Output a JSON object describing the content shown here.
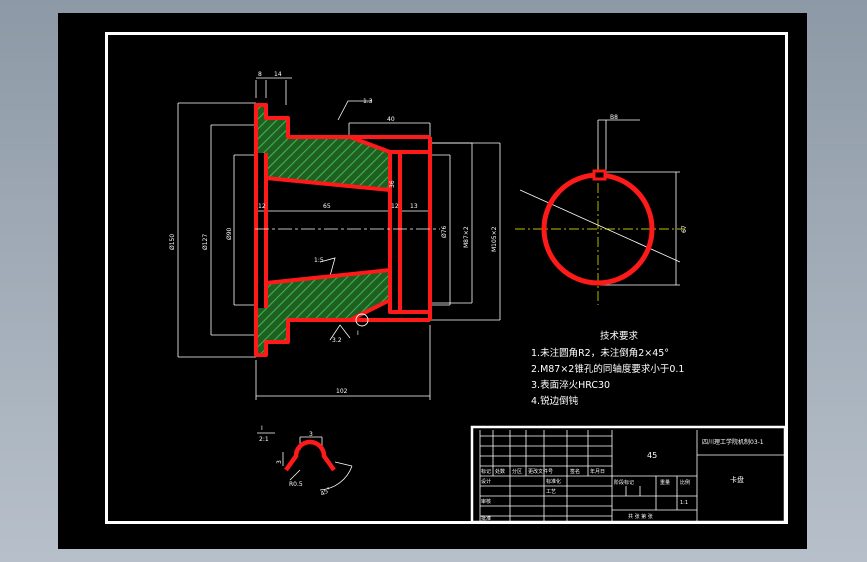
{
  "drawing": {
    "dims": {
      "d8": "8",
      "d14": "14",
      "rough_1_3": "1.3",
      "d40": "40",
      "d150": "Ø150",
      "d127": "Ø127",
      "d90": "Ø90",
      "d12a": "12",
      "d65": "65",
      "d12b": "12",
      "d13": "13",
      "d76": "Ø76",
      "m87": "M87×2",
      "m105": "M105×2",
      "d36": "36",
      "taper": "1:5",
      "rough_3_2": "3.2",
      "section_mark": "I",
      "d102": "102",
      "key_width": "B8",
      "d67": "67"
    },
    "detail": {
      "label_I": "I",
      "label_scale": "2:1",
      "d3a": "3",
      "d3b": "3",
      "radius": "R0.5",
      "angle": "45°"
    },
    "notes": {
      "title": "技术要求",
      "line1": "1.未注圆角R2，未注倒角2×45°",
      "line2": "2.M87×2锥孔的同轴度要求小于0.1",
      "line3": "3.表面淬火HRC30",
      "line4": "4.锐边倒钝"
    },
    "title_block": {
      "material": "45",
      "school": "四川理工学院机制03-1",
      "part_name": "卡盘",
      "row_label_a": "标记",
      "row_label_b": "处数",
      "row_label_c": "分区",
      "row_label_d": "更改文件号",
      "row_label_e": "签名",
      "row_label_f": "年月日",
      "design": "设计",
      "standard": "标准化",
      "review": "审核",
      "process": "工艺",
      "approve": "批准",
      "stage_mark": "阶段标记",
      "weight": "重量",
      "scale_label": "比例",
      "scale_value": "1:1",
      "sheets": "共 张  第 张"
    }
  },
  "colors": {
    "paper": "#000000",
    "frame": "#ffffff",
    "outline": "#ff1a1a",
    "hatch": "#39b54a",
    "centerline": "#ffff00"
  }
}
